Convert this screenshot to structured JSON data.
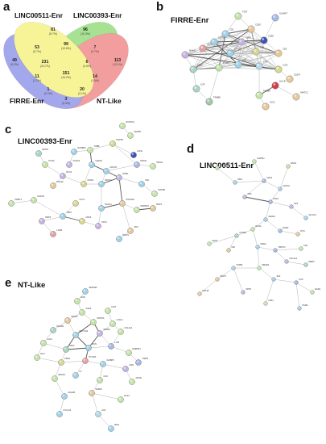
{
  "panels": {
    "a": {
      "letter": "a"
    },
    "b": {
      "letter": "b",
      "title": "FIRRE-Enr"
    },
    "c": {
      "letter": "c",
      "title": "LINC00393-Enr"
    },
    "d": {
      "letter": "d",
      "title": "LINC00511-Enr"
    },
    "e": {
      "letter": "e",
      "title": "NT-Like"
    }
  },
  "venn": {
    "sets": [
      {
        "name": "LINC00511-Enr",
        "color": "#f5f27a"
      },
      {
        "name": "LINC00393-Enr",
        "color": "#8edb74"
      },
      {
        "name": "FIRRE-Enr",
        "color": "#8a8fe6"
      },
      {
        "name": "NT-Like",
        "color": "#f08383"
      }
    ],
    "regions": [
      {
        "count": "81",
        "pct": "(8.7%)"
      },
      {
        "count": "96",
        "pct": "(10.3%)"
      },
      {
        "count": "53",
        "pct": "(5.7%)"
      },
      {
        "count": "99",
        "pct": "(10.6%)"
      },
      {
        "count": "7",
        "pct": "(0.7%)"
      },
      {
        "count": "49",
        "pct": "(5.2%)"
      },
      {
        "count": "231",
        "pct": "(24.7%)"
      },
      {
        "count": "6",
        "pct": "(0.6%)"
      },
      {
        "count": "113",
        "pct": "(12.1%)"
      },
      {
        "count": "11",
        "pct": "(1.2%)"
      },
      {
        "count": "151",
        "pct": "(16.2%)"
      },
      {
        "count": "14",
        "pct": "(1.5%)"
      },
      {
        "count": "1",
        "pct": "(0.1%)"
      },
      {
        "count": "20",
        "pct": "(2.1%)"
      },
      {
        "count": "3",
        "pct": "(0.3%)"
      }
    ]
  },
  "networks": {
    "b": {
      "labels": [
        "TIGIT",
        "SLAMF7",
        "CD2",
        "CD3G",
        "CD3E",
        "CD28",
        "ZAP70",
        "CD6",
        "CD5",
        "MS4A1",
        "CD79B",
        "CD79A",
        "CD22",
        "PTPRC",
        "LCK",
        "FYN",
        "LCP2",
        "CD247",
        "IL7R",
        "PSMB8",
        "PSMB9",
        "HLA-B",
        "NFATC2",
        "ICOS"
      ]
    },
    "c": {
      "labels": [
        "EXOSC4",
        "CENPF",
        "RANBP1",
        "TUBB",
        "NOP56",
        "KIF11",
        "CCNA2",
        "CHEK1",
        "CDC45",
        "MCM2",
        "MCM4",
        "MCM7",
        "PCNA",
        "RFC4",
        "POLE2",
        "GINS2",
        "DDX21",
        "NPM1",
        "FBL",
        "NOP58",
        "PRMT1",
        "HSPD1",
        "CCT3",
        "PA2G4",
        "POLR2H",
        "SNRPD1",
        "BOP1",
        "RRP9",
        "TFRC",
        "CDK4",
        "LSM4",
        "PPIH",
        "ATIC",
        "PAICS"
      ]
    },
    "d": {
      "labels": [
        "ACTB",
        "GAPDH",
        "ENO1",
        "PKM",
        "LDHA",
        "ALDOA",
        "TPI1",
        "PGK1",
        "HK2",
        "SLC2A1",
        "VEGFA",
        "HIF1A",
        "EGFR",
        "MYC",
        "CCND1",
        "CDH1",
        "VIM",
        "SNAI2",
        "TWIST1",
        "FN1",
        "COL1A1",
        "MMP2",
        "TGFB1",
        "SMAD3",
        "STAT3",
        "JUN",
        "FOS",
        "EGR1",
        "KRT8",
        "KRT18",
        "CD44",
        "ITGB1"
      ]
    },
    "e": {
      "labels": [
        "SEPHS2",
        "ESD",
        "ACE2",
        "FHIT",
        "FBLN5",
        "WNT5A",
        "LOXL2",
        "PALMD",
        "NOTCH3",
        "SPARC",
        "COL4A1",
        "CAV1",
        "MGP",
        "DCN",
        "LUM",
        "EFEMP1",
        "TIMP3",
        "ELN",
        "FBN1",
        "PTGDS",
        "IGFBP5",
        "GSN",
        "MFAP4",
        "C7",
        "CFD",
        "APOD",
        "ADH1B",
        "SFRP2",
        "DLK1",
        "CXCL14",
        "AGT",
        "BGN"
      ]
    }
  }
}
